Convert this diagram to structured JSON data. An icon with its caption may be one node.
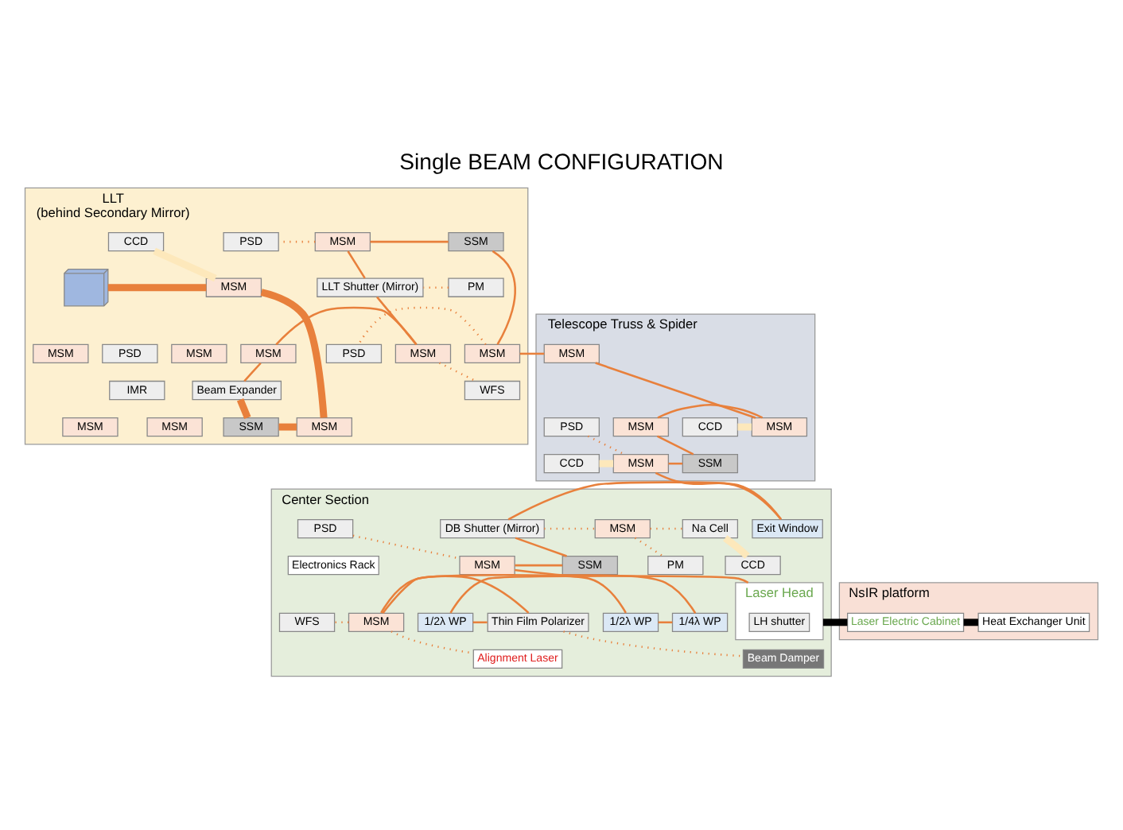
{
  "diagram": {
    "title": "Single BEAM CONFIGURATION",
    "nodes": [
      {
        "text": [
          "LLT",
          "(behind Secondary Mirror)"
        ]
      },
      {
        "text": [
          "SSM"
        ],
        "in": 0
      },
      {
        "text": [
          "MSM"
        ],
        "in": 0
      },
      {
        "text": [
          "PSD"
        ],
        "in": 0
      },
      {
        "text": [
          "PM"
        ],
        "in": 0
      },
      {
        "text": [
          "LLT Shutter (Mirror)"
        ],
        "in": 0
      },
      {
        "text": [
          "MSM"
        ],
        "in": 0
      },
      {
        "text": [
          "PSD"
        ],
        "in": 0
      },
      {
        "text": [
          "MSM"
        ],
        "in": 0
      },
      {
        "text": [
          "WFS"
        ],
        "in": 0
      },
      {
        "text": [
          "CCD"
        ],
        "in": 0
      },
      {
        "text": [
          "MSM"
        ],
        "in": 0
      },
      {
        "text": [],
        "shape": "picture",
        "in": 0
      },
      {
        "text": [
          "MSM"
        ],
        "in": 0
      },
      {
        "text": [
          "Beam Expander"
        ],
        "in": 0
      },
      {
        "text": [
          "MSM"
        ],
        "in": 0
      },
      {
        "text": [
          "PSD"
        ],
        "in": 0
      },
      {
        "text": [
          "MSM"
        ],
        "in": 0
      },
      {
        "text": [
          "IMR"
        ],
        "in": 0
      },
      {
        "text": [
          "SSM"
        ],
        "in": 0
      },
      {
        "text": [
          "MSM"
        ],
        "in": 0
      },
      {
        "text": [
          "MSM"
        ],
        "in": 0
      },
      {
        "text": [
          "MSM"
        ],
        "in": 0
      },
      {
        "text": [
          "Telescope Truss & Spider"
        ]
      },
      {
        "text": [
          "MSM"
        ],
        "in": 23
      },
      {
        "text": [
          "CCD"
        ],
        "in": 23
      },
      {
        "text": [
          "MSM"
        ],
        "in": 23
      },
      {
        "text": [
          "MSM"
        ],
        "in": 23
      },
      {
        "text": [
          "PSD"
        ],
        "in": 23
      },
      {
        "text": [
          "MSM"
        ],
        "in": 23
      },
      {
        "text": [
          "SSM"
        ],
        "in": 23
      },
      {
        "text": [
          "CCD"
        ],
        "in": 23
      },
      {
        "text": [
          "Center Section"
        ]
      },
      {
        "text": [
          "Exit Window"
        ],
        "in": 32
      },
      {
        "text": [
          "Na Cell"
        ],
        "in": 32
      },
      {
        "text": [
          "MSM"
        ],
        "in": 32
      },
      {
        "text": [
          "DB Shutter (Mirror)"
        ],
        "in": 32
      },
      {
        "text": [
          "PSD"
        ],
        "in": 32
      },
      {
        "text": [
          "CCD"
        ],
        "in": 32
      },
      {
        "text": [
          "PM"
        ],
        "in": 32
      },
      {
        "text": [
          "SSM"
        ],
        "in": 32
      },
      {
        "text": [
          "MSM"
        ],
        "in": 32
      },
      {
        "text": [
          "Electronics Rack"
        ],
        "in": 32
      },
      {
        "text": [
          "1/4λ WP"
        ],
        "in": 32
      },
      {
        "text": [
          "1/2λ WP"
        ],
        "in": 32
      },
      {
        "text": [
          "Thin Film Polarizer"
        ],
        "in": 32
      },
      {
        "text": [
          "1/2λ WP"
        ],
        "in": 32
      },
      {
        "text": [
          "Laser Head"
        ],
        "in": 32
      },
      {
        "text": [
          "LH shutter"
        ],
        "in": 47
      },
      {
        "text": [
          "MSM"
        ],
        "in": 32
      },
      {
        "text": [
          "WFS"
        ],
        "in": 32
      },
      {
        "text": [
          "Beam Damper"
        ],
        "in": 32
      },
      {
        "text": [
          "Alignment Laser"
        ],
        "in": 32
      },
      {
        "text": [
          "NsIR platform"
        ]
      },
      {
        "text": [
          "Heat Exchanger Unit"
        ],
        "in": 53
      },
      {
        "text": [
          "Laser Electric Cabinet"
        ],
        "in": 53
      }
    ],
    "edges": [
      {
        "from": 47,
        "to": 46,
        "arrow": "none"
      },
      {
        "from": 46,
        "to": 45,
        "arrow": "none"
      },
      {
        "from": 45,
        "to": 49,
        "arrow": "none"
      },
      {
        "from": 49,
        "to": 44,
        "arrow": "none"
      },
      {
        "from": 44,
        "to": 43,
        "arrow": "none"
      },
      {
        "from": 43,
        "to": 41,
        "arrow": "none"
      },
      {
        "from": 41,
        "to": 40,
        "arrow": "none"
      },
      {
        "from": 40,
        "to": 36,
        "arrow": "none"
      },
      {
        "from": 36,
        "to": 33,
        "arrow": "none"
      },
      {
        "from": 33,
        "to": 29,
        "arrow": "none"
      },
      {
        "from": 29,
        "to": 30,
        "arrow": "none"
      },
      {
        "from": 30,
        "to": 27,
        "arrow": "none"
      },
      {
        "from": 27,
        "to": 26,
        "arrow": "none"
      },
      {
        "from": 26,
        "to": 24,
        "arrow": "none"
      },
      {
        "from": 24,
        "to": 6,
        "arrow": "none"
      },
      {
        "from": 6,
        "to": 1,
        "arrow": "none"
      },
      {
        "from": 1,
        "to": 2,
        "arrow": "none"
      },
      {
        "from": 2,
        "to": 5,
        "arrow": "none"
      },
      {
        "from": 5,
        "to": 8,
        "arrow": "none"
      },
      {
        "from": 8,
        "to": 13,
        "arrow": "none"
      },
      {
        "from": 13,
        "to": 14,
        "arrow": "none"
      },
      {
        "from": 14,
        "to": 19,
        "arrow": "none",
        "style": "thick"
      },
      {
        "from": 19,
        "to": 20,
        "arrow": "none",
        "style": "thick"
      },
      {
        "from": 20,
        "to": 11,
        "arrow": "none",
        "style": "thick"
      },
      {
        "from": 11,
        "to": 12,
        "arrow": "none",
        "style": "thick"
      },
      {
        "from": 2,
        "to": 3,
        "arrow": "none",
        "style": "dashed"
      },
      {
        "from": 4,
        "to": 5,
        "arrow": "none",
        "style": "dashed"
      },
      {
        "from": 6,
        "to": 7,
        "arrow": "none",
        "style": "dashed"
      },
      {
        "from": 8,
        "to": 9,
        "arrow": "none",
        "style": "dashed"
      },
      {
        "from": 28,
        "to": 29,
        "arrow": "none",
        "style": "dashed"
      },
      {
        "from": 36,
        "to": 35,
        "arrow": "none",
        "style": "dashed"
      },
      {
        "from": 35,
        "to": 34,
        "arrow": "none",
        "style": "dashed"
      },
      {
        "from": 35,
        "to": 39,
        "arrow": "none",
        "style": "dashed"
      },
      {
        "from": 37,
        "to": 41,
        "arrow": "none",
        "style": "dashed"
      },
      {
        "from": 49,
        "to": 50,
        "arrow": "none",
        "style": "dashed"
      },
      {
        "from": 49,
        "to": 52,
        "arrow": "none",
        "style": "dashed"
      },
      {
        "from": 45,
        "to": 51,
        "arrow": "none",
        "style": "dashed"
      },
      {
        "from": 10,
        "to": 11,
        "arrow": "none",
        "style": "thick",
        "color": "#fde8bb"
      },
      {
        "from": 26,
        "to": 25,
        "arrow": "none",
        "style": "thick",
        "color": "#fde8bb"
      },
      {
        "from": 29,
        "to": 31,
        "arrow": "none",
        "style": "thick",
        "color": "#fde8bb"
      },
      {
        "from": 34,
        "to": 38,
        "arrow": "none",
        "style": "thick",
        "color": "#fde8bb"
      },
      {
        "from": 54,
        "to": 55,
        "arrow": "none",
        "style": "thick",
        "color": "#000000"
      },
      {
        "from": 55,
        "to": 47,
        "arrow": "none",
        "style": "thick",
        "color": "#000000"
      }
    ]
  }
}
